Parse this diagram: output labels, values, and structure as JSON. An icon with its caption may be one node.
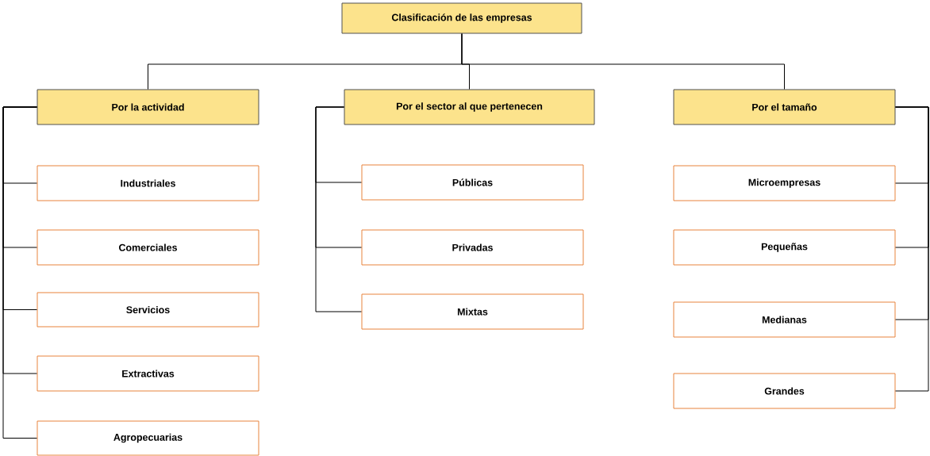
{
  "diagram": {
    "nodes": [
      {
        "text": [
          "Clasificación de las empresas"
        ]
      },
      {
        "text": [
          "Por la actividad"
        ]
      },
      {
        "text": [
          "Por el sector al que pertenecen"
        ]
      },
      {
        "text": [
          "Por el tamaño"
        ]
      },
      {
        "text": [
          "Industriales"
        ]
      },
      {
        "text": [
          "Comerciales"
        ]
      },
      {
        "text": [
          "Servicios"
        ]
      },
      {
        "text": [
          "Extractivas"
        ]
      },
      {
        "text": [
          "Agropecuarias"
        ]
      },
      {
        "text": [
          "Públicas"
        ]
      },
      {
        "text": [
          "Privadas"
        ]
      },
      {
        "text": [
          "Mixtas"
        ]
      },
      {
        "text": [
          "Microempresas"
        ]
      },
      {
        "text": [
          "Pequeñas"
        ]
      },
      {
        "text": [
          "Medianas"
        ]
      },
      {
        "text": [
          "Grandes"
        ]
      }
    ],
    "edges": [
      {
        "from": 0,
        "to": 1,
        "arrow": "none"
      },
      {
        "from": 0,
        "to": 2,
        "arrow": "none"
      },
      {
        "from": 0,
        "to": 3,
        "arrow": "none"
      },
      {
        "from": 1,
        "to": 4,
        "arrow": "none"
      },
      {
        "from": 1,
        "to": 5,
        "arrow": "none"
      },
      {
        "from": 1,
        "to": 6,
        "arrow": "none"
      },
      {
        "from": 1,
        "to": 7,
        "arrow": "none"
      },
      {
        "from": 1,
        "to": 8,
        "arrow": "none"
      },
      {
        "from": 2,
        "to": 9,
        "arrow": "none"
      },
      {
        "from": 2,
        "to": 10,
        "arrow": "none"
      },
      {
        "from": 2,
        "to": 11,
        "arrow": "none"
      },
      {
        "from": 3,
        "to": 12,
        "arrow": "none"
      },
      {
        "from": 3,
        "to": 13,
        "arrow": "none"
      },
      {
        "from": 3,
        "to": 14,
        "arrow": "none"
      },
      {
        "from": 3,
        "to": 15,
        "arrow": "none"
      }
    ]
  }
}
